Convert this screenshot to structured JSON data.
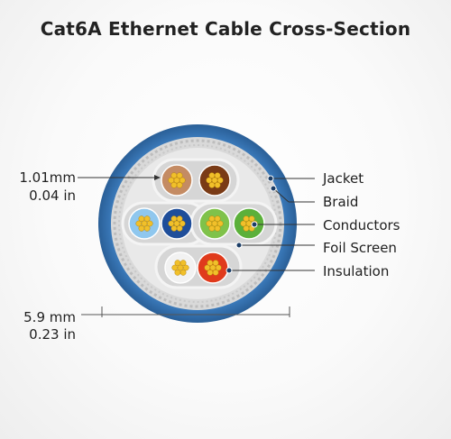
{
  "title": "Cat6A Ethernet Cable Cross-Section",
  "dimensions": {
    "conductor_mm": "1.01mm",
    "conductor_in": "0.04 in",
    "outer_mm": "5.9 mm",
    "outer_in": "0.23 in"
  },
  "layers": [
    {
      "label": "Jacket"
    },
    {
      "label": "Braid"
    },
    {
      "label": "Conductors"
    },
    {
      "label": "Foil Screen"
    },
    {
      "label": "Insulation"
    }
  ],
  "colors": {
    "jacket": "#2f6ea8",
    "braid": "#d9d9d9",
    "foil": "#c7c7c7",
    "copper": "#f1c02a",
    "light_brown": "#c48b63",
    "brown": "#7a3b16",
    "light_blue": "#8fc7ee",
    "blue": "#1f4e9a",
    "light_green": "#7fc24a",
    "green": "#5bb03a",
    "white": "#f2f2f2",
    "orange": "#e03a1c"
  }
}
